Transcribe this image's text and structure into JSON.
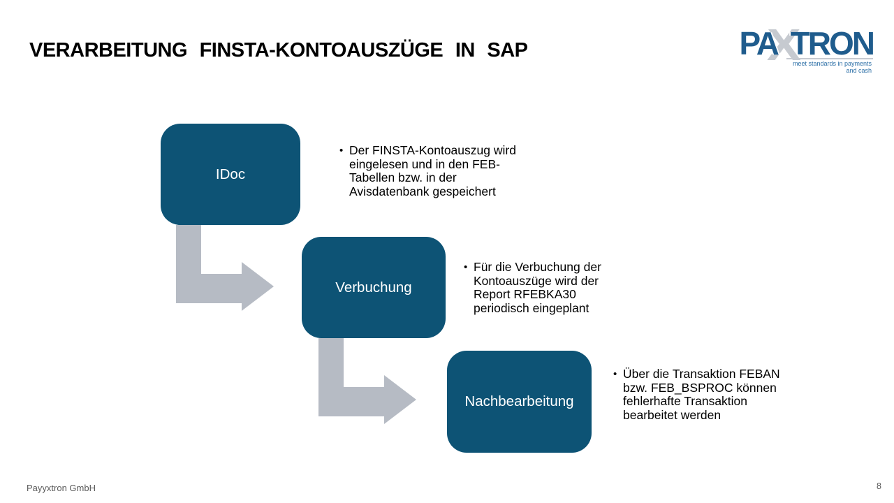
{
  "slide": {
    "title": "VERARBEITUNG FINSTA-KONTOAUSZÜGE IN SAP",
    "footer": {
      "company": "Payyxtron GmbH",
      "page_number": "8"
    }
  },
  "logo": {
    "part_pa": "PA",
    "part_x": "X",
    "part_tron": "TRON",
    "tagline": "meet standards in payments and cash"
  },
  "diagram": {
    "steps": [
      {
        "label": "IDoc",
        "bullet": "Der FINSTA-Kontoauszug wird\neingelesen und in den FEB-\nTabellen bzw. in der\nAvisdatenbank gespeichert"
      },
      {
        "label": "Verbuchung",
        "bullet": "Für die Verbuchung der\nKontoauszüge wird der\nReport RFEBKA30\nperiodisch eingeplant"
      },
      {
        "label": "Nachbearbeitung",
        "bullet": "Über die Transaktion FEBAN\nbzw. FEB_BSPROC können\nfehlerhafte Transaktion\nbearbeitet werden"
      }
    ]
  },
  "colors": {
    "box_fill": "#0d5375",
    "arrow_fill": "#b6bbc4",
    "logo_blue": "#1f5c8d",
    "logo_gray": "#c6cad0",
    "footer_text": "#595959"
  }
}
